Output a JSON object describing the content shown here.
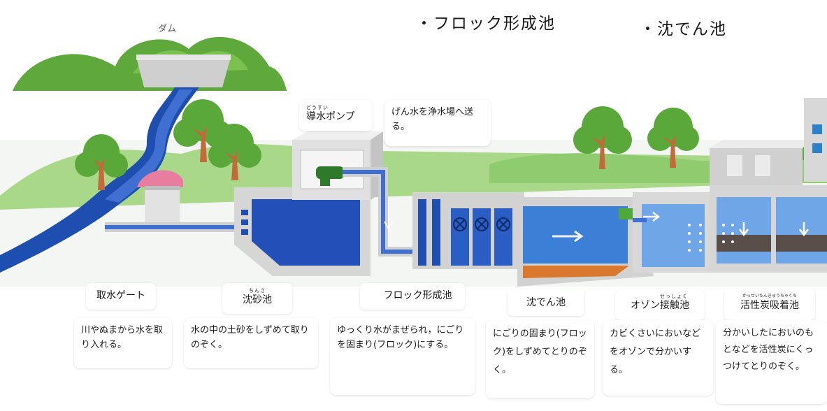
{
  "headings": {
    "floc": "・フロック形成池",
    "sediment": "・沈でん池"
  },
  "dam_label": "ダム",
  "pump": {
    "ruby": "どうすい",
    "label": "導水ポンプ",
    "desc": "げん水を浄水場へ送る。"
  },
  "stages": [
    {
      "ruby": "",
      "label": "取水ゲート",
      "desc": "川やぬまから水を取り入れる。"
    },
    {
      "ruby": "ちんさ",
      "label": "沈砂池",
      "desc": "水の中の土砂をしずめて取りのぞく。"
    },
    {
      "ruby": "",
      "label": "フロック形成池",
      "desc": "ゆっくり水がまぜられ，にごりを固まり(フロック)にする。"
    },
    {
      "ruby": "",
      "label": "沈でん池",
      "desc": "にごりの固まり(フロック)をしずめてとりのぞく。"
    },
    {
      "ruby": "せっしょく",
      "label": "オゾン接触池",
      "desc": "カビくさいにおいなどをオゾンで分かいする。"
    },
    {
      "ruby": "かっせいたんきゅうちゃくち",
      "label": "活性炭吸着池",
      "desc": "分かいしたにおいのもとなどを活性炭にくっつけてとりのぞく。"
    }
  ],
  "colors": {
    "water_blue": "#1e4fb0",
    "tank_blue": "#3b7fd6",
    "concrete": "#c8c8c8",
    "hill_green": "#5aa83a",
    "tree_trunk": "#c26a3a"
  }
}
